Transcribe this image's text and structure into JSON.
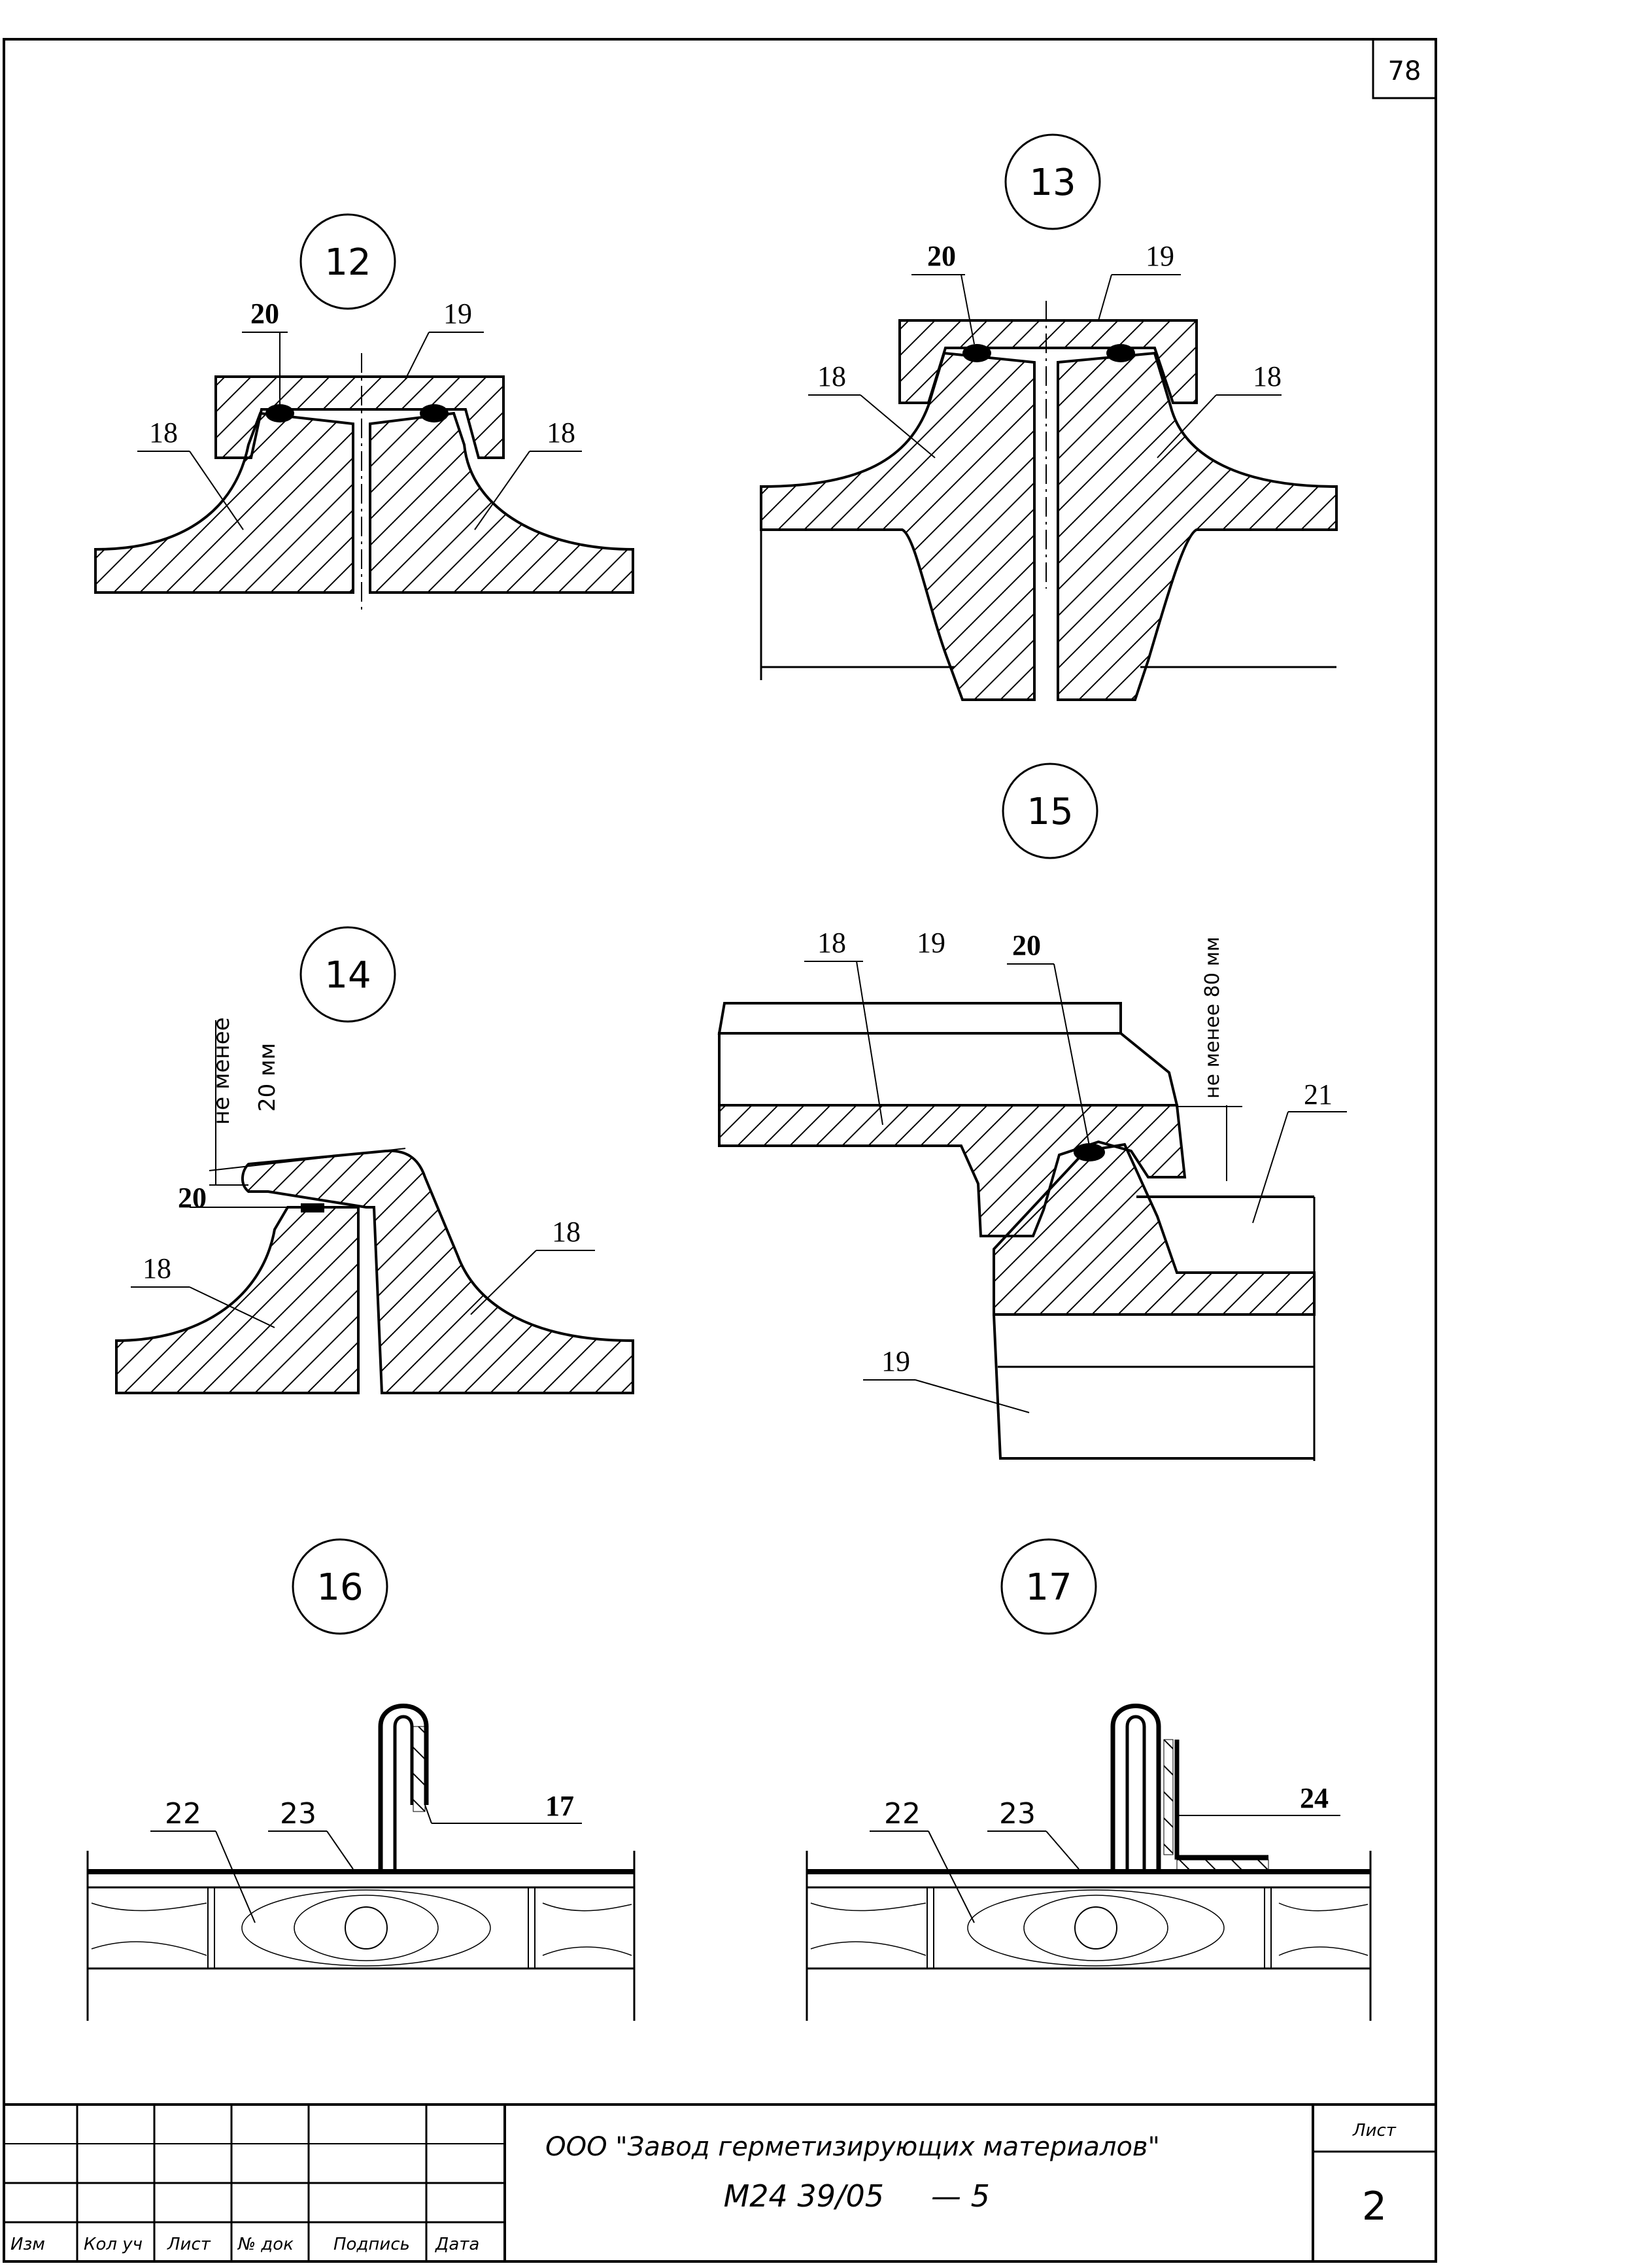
{
  "page_number": "78",
  "details": [
    {
      "id": "12",
      "labels": {
        "seal": "20",
        "cover": "19",
        "profile_left": "18",
        "profile_right": "18"
      }
    },
    {
      "id": "13",
      "labels": {
        "seal": "20",
        "cover": "19",
        "profile_left": "18",
        "profile_right": "18"
      }
    },
    {
      "id": "14",
      "labels": {
        "seal": "20",
        "profile_left": "18",
        "profile_right": "18"
      },
      "dimension": {
        "line1": "не менее",
        "line2": "20 мм"
      }
    },
    {
      "id": "15",
      "labels": {
        "profile": "18",
        "cover_top": "19",
        "seal": "20",
        "part_21": "21",
        "cover_bottom": "19"
      },
      "dimension": {
        "text": "не менее 80 мм"
      }
    },
    {
      "id": "16",
      "labels": {
        "beam": "22",
        "sheet": "23",
        "item": "17"
      }
    },
    {
      "id": "17",
      "labels": {
        "beam": "22",
        "sheet": "23",
        "item": "24"
      }
    }
  ],
  "title_block": {
    "company": "ООО \"Завод герметизирующих материалов\"",
    "doc_code": "М24 39/05",
    "doc_suffix": "— 5",
    "sheet_label": "Лист",
    "sheet_number": "2",
    "columns": [
      "Изм",
      "Кол уч",
      "Лист",
      "№ док",
      "Подпись",
      "Дата"
    ]
  }
}
